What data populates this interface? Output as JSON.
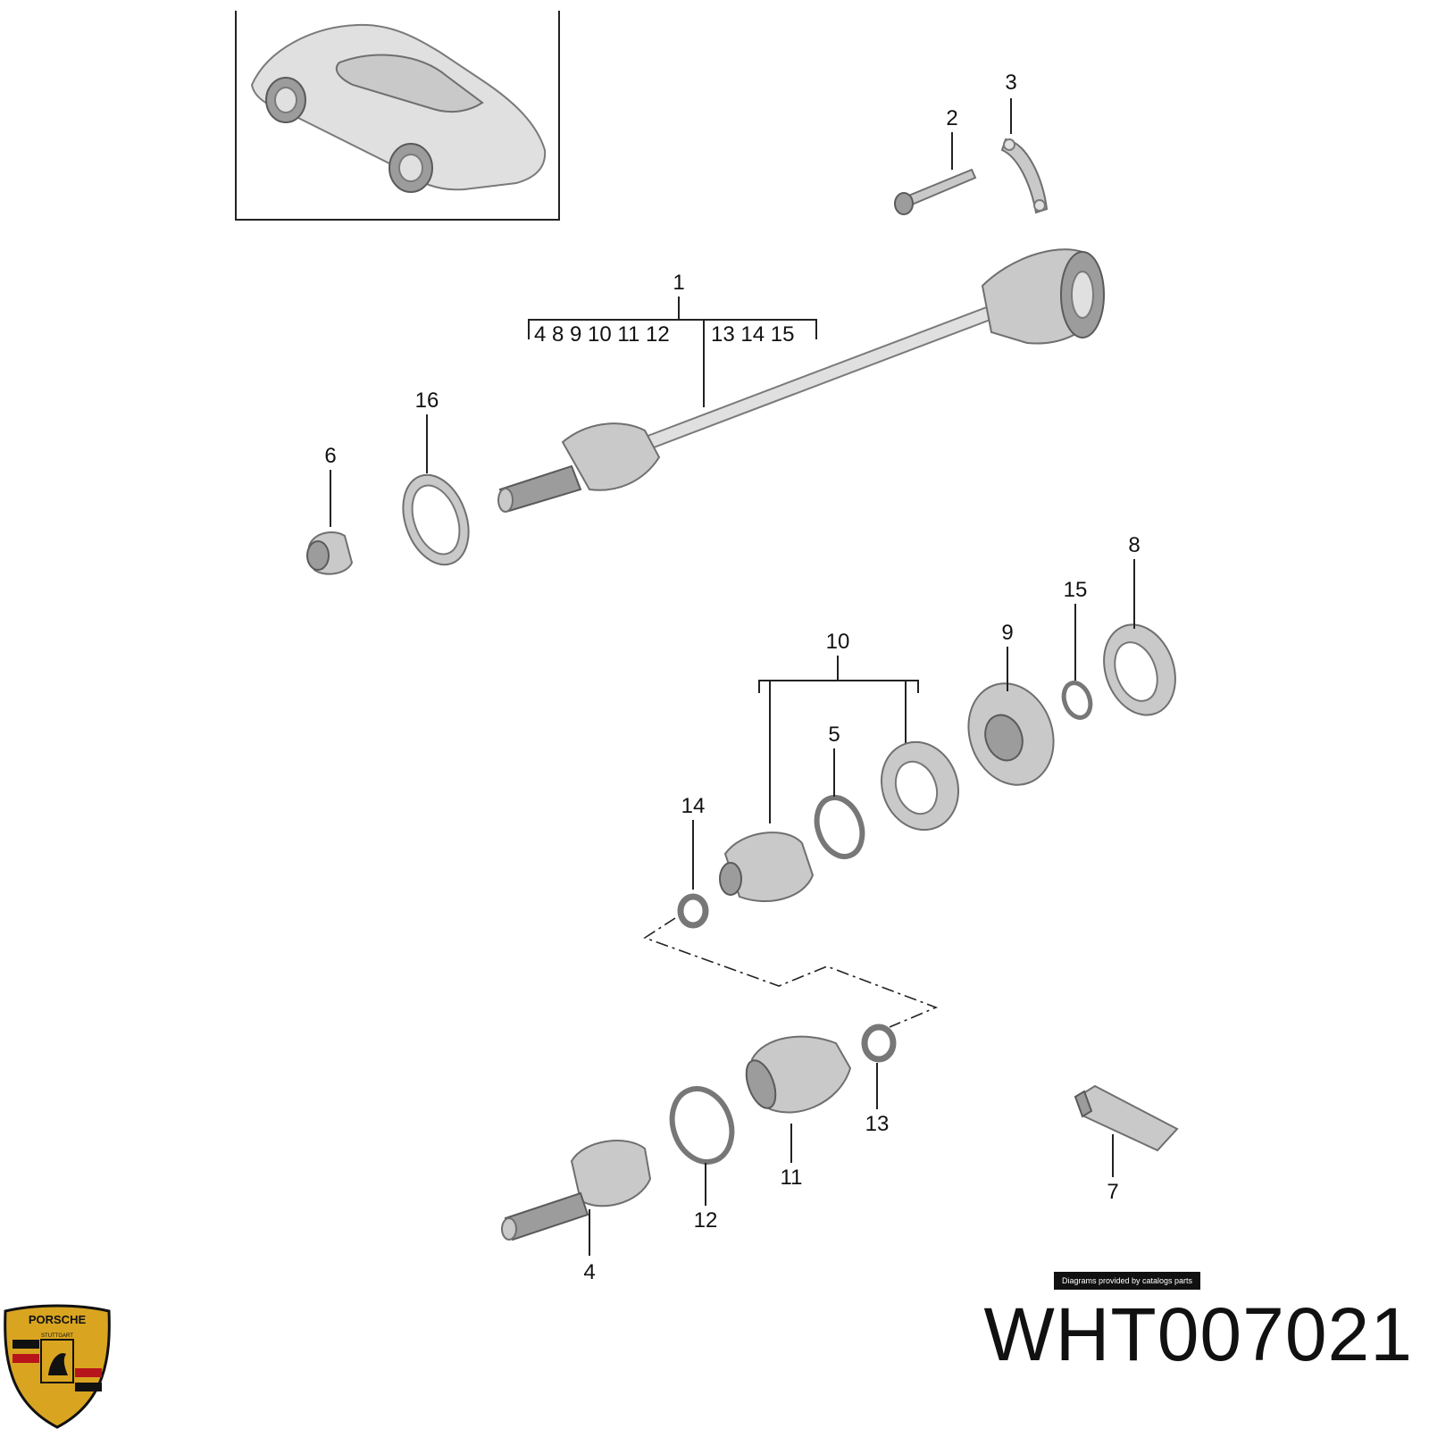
{
  "callouts": {
    "c1": "1",
    "c2": "2",
    "c3": "3",
    "c4": "4",
    "c5": "5",
    "c6": "6",
    "c7": "7",
    "c8": "8",
    "c9": "9",
    "c10": "10",
    "c11": "11",
    "c12": "12",
    "c13": "13",
    "c14": "14",
    "c15": "15",
    "c16": "16"
  },
  "assembly_kit": {
    "left_group": "4 8 9 10 11 12",
    "right_group": "13 14 15"
  },
  "credit_label": "Diagrams provided by catalogs parts",
  "part_number": "WHT007021",
  "logo": {
    "icon": "porsche-crest-icon",
    "wordmark": "PORSCHE",
    "city": "STUTTGART",
    "colors": {
      "gold": "#d9a521",
      "red": "#b8141b",
      "black": "#111111"
    }
  }
}
